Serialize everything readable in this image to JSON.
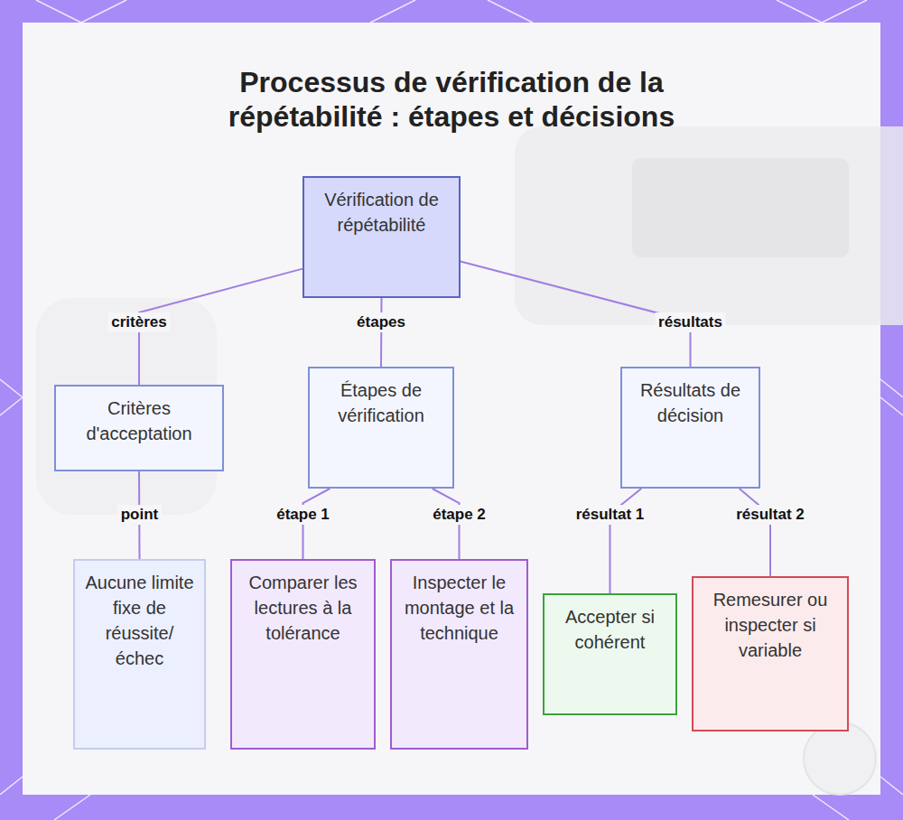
{
  "diagram": {
    "title": "Processus de vérification de la répétabilité : étapes et décisions",
    "nodes": [
      {
        "text": [
          "Vérification de répétabilité"
        ]
      },
      {
        "text": [
          "Critères d'acceptation"
        ]
      },
      {
        "text": [
          "Étapes de vérification"
        ]
      },
      {
        "text": [
          "Résultats de décision"
        ]
      },
      {
        "text": [
          "Aucune limite fixe de réussite/ échec"
        ]
      },
      {
        "text": [
          "Comparer les lectures à la tolérance"
        ]
      },
      {
        "text": [
          "Inspecter le montage et la technique"
        ]
      },
      {
        "text": [
          "Accepter si cohérent"
        ]
      },
      {
        "text": [
          "Remesurer ou inspecter si variable"
        ]
      }
    ],
    "edges": [
      {
        "from": 0,
        "to": 1,
        "label": "critères",
        "arrow": "none"
      },
      {
        "from": 0,
        "to": 2,
        "label": "étapes",
        "arrow": "none"
      },
      {
        "from": 0,
        "to": 3,
        "label": "résultats",
        "arrow": "none"
      },
      {
        "from": 1,
        "to": 4,
        "label": "point",
        "arrow": "none"
      },
      {
        "from": 2,
        "to": 5,
        "label": "étape 1",
        "arrow": "none"
      },
      {
        "from": 2,
        "to": 6,
        "label": "étape 2",
        "arrow": "none"
      },
      {
        "from": 3,
        "to": 7,
        "label": "résultat 1",
        "arrow": "none"
      },
      {
        "from": 3,
        "to": 8,
        "label": "résultat 2",
        "arrow": "none"
      }
    ]
  }
}
